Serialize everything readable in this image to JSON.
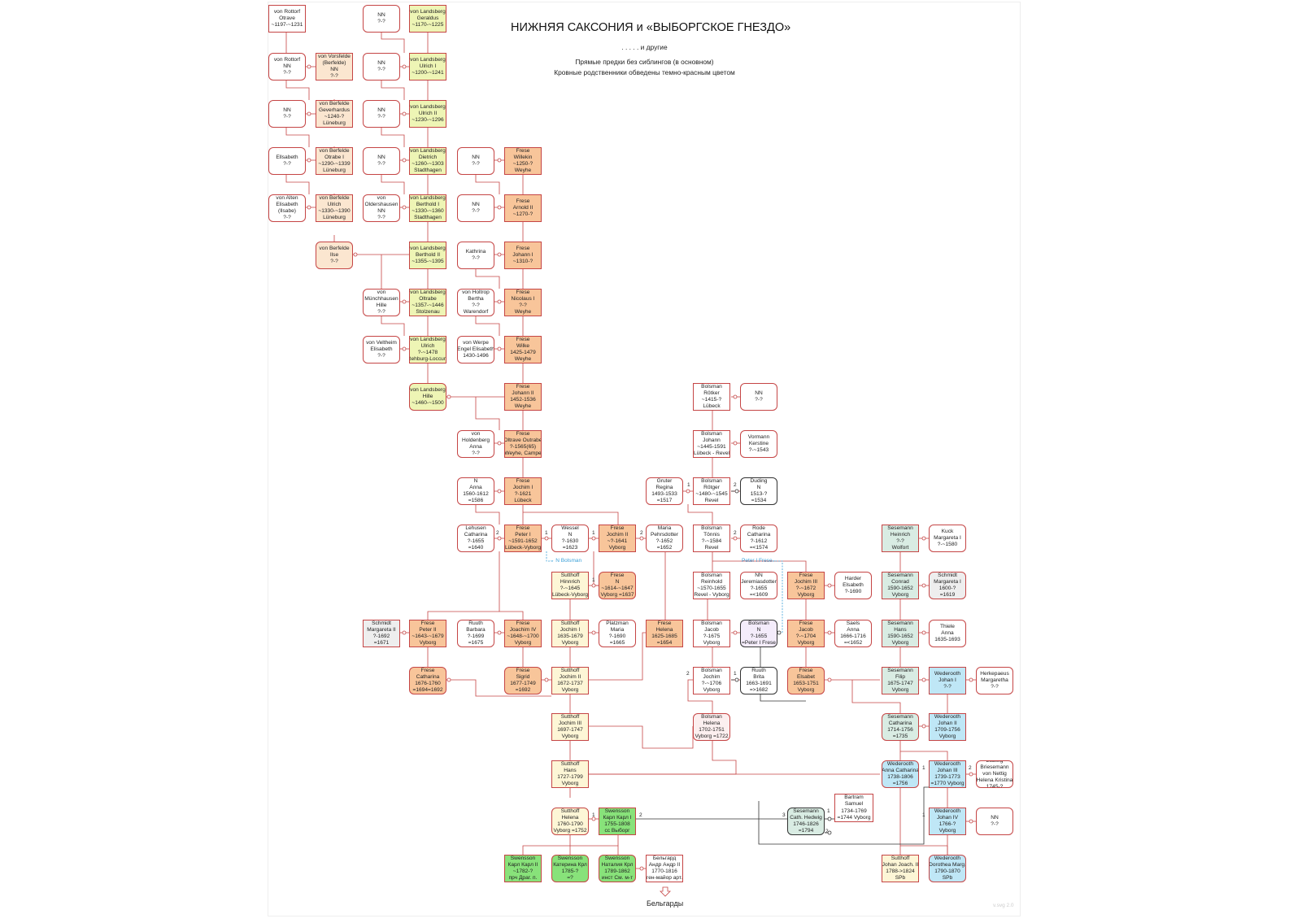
{
  "title": "НИЖНЯЯ САКСОНИЯ и «ВЫБОРГСКОЕ ГНЕЗДО»",
  "subtitle": ". . . . . и другие",
  "note1": "Прямые предки без сиблингов (в основном)",
  "note2": "Кровные родственники обведены темно-красным цветом",
  "version": "v.svg 2.0",
  "colors": {
    "line": "#c54545",
    "dark_line": "#333333",
    "cross_link": "#3aa0d8"
  },
  "persons": [
    {
      "id": "rottorf1",
      "lines": [
        "von Rottorf",
        "Otrave",
        "~1197-~1231"
      ],
      "fill": "white",
      "shape": "sq"
    },
    {
      "id": "nn_a1",
      "lines": [
        "NN",
        "?-?"
      ],
      "fill": "white"
    },
    {
      "id": "geraldus",
      "lines": [
        "von Landsberg",
        "Geraldus",
        "~1170-~1225"
      ],
      "fill": "yellow",
      "shape": "sq"
    },
    {
      "id": "rottorf2",
      "lines": [
        "von Rottorf",
        "NN",
        "?-?"
      ],
      "fill": "white"
    },
    {
      "id": "vorsfelde",
      "lines": [
        "von Vorsfelde",
        "(Berfelde)",
        "NN",
        "?-?"
      ],
      "fill": "peach",
      "shape": "sq"
    },
    {
      "id": "nn_a2",
      "lines": [
        "NN",
        "?-?"
      ],
      "fill": "white"
    },
    {
      "id": "ulrich1",
      "lines": [
        "von Landsberg",
        "Ulrich I",
        "~1200-~1241"
      ],
      "fill": "yellow",
      "shape": "sq"
    },
    {
      "id": "nn_r3",
      "lines": [
        "NN",
        "?-?"
      ],
      "fill": "white"
    },
    {
      "id": "geverhardus",
      "lines": [
        "von Berfelde",
        "Geverhardus",
        "~1240-?",
        "Lüneburg"
      ],
      "fill": "peach",
      "shape": "sq"
    },
    {
      "id": "nn_a3",
      "lines": [
        "NN",
        "?-?"
      ],
      "fill": "white"
    },
    {
      "id": "ulrich2",
      "lines": [
        "von Landsberg",
        "Ulrich II",
        "~1230-~1296"
      ],
      "fill": "yellow",
      "shape": "sq"
    },
    {
      "id": "ellsabeth",
      "lines": [
        "Ellsabeth",
        "?-?"
      ],
      "fill": "white"
    },
    {
      "id": "otrabe1",
      "lines": [
        "von Berfelde",
        "Otrabe I",
        "~1290-~1339",
        "Lüneburg"
      ],
      "fill": "peach",
      "shape": "sq"
    },
    {
      "id": "nn_a4",
      "lines": [
        "NN",
        "?-?"
      ],
      "fill": "white"
    },
    {
      "id": "dietrich",
      "lines": [
        "von Landsberg",
        "Dietrich",
        "~1260-~1303",
        "Stadthagen"
      ],
      "fill": "yellow",
      "shape": "sq"
    },
    {
      "id": "nn_b4",
      "lines": [
        "NN",
        "?-?"
      ],
      "fill": "white"
    },
    {
      "id": "willekin",
      "lines": [
        "Frese",
        "Willekin",
        "~1250-?",
        "Weyhe"
      ],
      "fill": "orange",
      "shape": "sq"
    },
    {
      "id": "alten",
      "lines": [
        "von Alten",
        "Elisabeth",
        "(Ilsabe)",
        "?-?"
      ],
      "fill": "white"
    },
    {
      "id": "ulrich_b",
      "lines": [
        "von Berfelde",
        "Ulrich",
        "~1330-~1390",
        "Lüneburg"
      ],
      "fill": "peach",
      "shape": "sq"
    },
    {
      "id": "oldershausen",
      "lines": [
        "von",
        "Oldershausen",
        "NN",
        "?-?"
      ],
      "fill": "white"
    },
    {
      "id": "berthold1",
      "lines": [
        "von Landsberg",
        "Berthold I",
        "~1330-~1360",
        "Stadthagen"
      ],
      "fill": "yellow",
      "shape": "sq"
    },
    {
      "id": "nn_b5",
      "lines": [
        "NN",
        "?-?"
      ],
      "fill": "white"
    },
    {
      "id": "arnold2",
      "lines": [
        "Frese",
        "Arnold II",
        "~1270-?"
      ],
      "fill": "orange",
      "shape": "sq"
    },
    {
      "id": "ilse",
      "lines": [
        "von Berfelde",
        "Ilse",
        "?-?"
      ],
      "fill": "peach"
    },
    {
      "id": "berthold2",
      "lines": [
        "von Landsberg",
        "Berthold II",
        "~1355-~1395"
      ],
      "fill": "yellow",
      "shape": "sq"
    },
    {
      "id": "kathrina",
      "lines": [
        "Kathrina",
        "?-?"
      ],
      "fill": "white"
    },
    {
      "id": "johann1",
      "lines": [
        "Frese",
        "Johann I",
        "~1310-?"
      ],
      "fill": "orange",
      "shape": "sq"
    },
    {
      "id": "hille_m",
      "lines": [
        "von",
        "Münchhausen",
        "Hille",
        "?-?"
      ],
      "fill": "white"
    },
    {
      "id": "oltrabe",
      "lines": [
        "von Landsberg",
        "Oltrabe",
        "~1357-~1446",
        "Stolzenau"
      ],
      "fill": "yellow",
      "shape": "sq"
    },
    {
      "id": "bertha",
      "lines": [
        "von Holtrop",
        "Bertha",
        "?-?",
        "Warendorf"
      ],
      "fill": "white"
    },
    {
      "id": "nicolaus1",
      "lines": [
        "Frese",
        "Nicolaus I",
        "?-?",
        "Weyhe"
      ],
      "fill": "orange",
      "shape": "sq"
    },
    {
      "id": "veltheim",
      "lines": [
        "von Veltheim",
        "Elisabeth",
        "?-?"
      ],
      "fill": "white"
    },
    {
      "id": "ulrich_l",
      "lines": [
        "von Landsberg",
        "Ulrich",
        "?-~1478",
        "Rehburg-Loccum"
      ],
      "fill": "yellow",
      "shape": "sq"
    },
    {
      "id": "werpe",
      "lines": [
        "von Werpe",
        "Engel Elisabeth",
        "1430-1496"
      ],
      "fill": "white"
    },
    {
      "id": "wilke",
      "lines": [
        "Frese",
        "Wilke",
        "1425-1479",
        "Weyhe"
      ],
      "fill": "orange",
      "shape": "sq"
    },
    {
      "id": "hille_l",
      "lines": [
        "von Landsberg",
        "Hille",
        "~1460-~1500"
      ],
      "fill": "yellow"
    },
    {
      "id": "johann2",
      "lines": [
        "Frese",
        "Johann II",
        "1452-1536",
        "Weyhe"
      ],
      "fill": "orange",
      "shape": "sq"
    },
    {
      "id": "roetker",
      "lines": [
        "Bolsman",
        "Rötker",
        "~1415-?",
        "Lübeck"
      ],
      "fill": "white",
      "shape": "sq"
    },
    {
      "id": "nn_bol",
      "lines": [
        "NN",
        "?-?"
      ],
      "fill": "white"
    },
    {
      "id": "holdenberg",
      "lines": [
        "von",
        "Holdenberg",
        "Anna",
        "?-?"
      ],
      "fill": "white"
    },
    {
      "id": "oltrave",
      "lines": [
        "Frese",
        "Oltrave Outrabe",
        "?-1565(65)",
        "Weyhe, Campe"
      ],
      "fill": "orange",
      "shape": "sq"
    },
    {
      "id": "johann_b",
      "lines": [
        "Bolsman",
        "Johann",
        "~1445-1591",
        "Lübeck - Revel"
      ],
      "fill": "white",
      "shape": "sq"
    },
    {
      "id": "kerstine",
      "lines": [
        "Vormann",
        "Kerstine",
        "?-~1543"
      ],
      "fill": "white"
    },
    {
      "id": "anna_n",
      "lines": [
        "N",
        "Anna",
        "1560-1612",
        "=1586"
      ],
      "fill": "white"
    },
    {
      "id": "jochim1",
      "lines": [
        "Frese",
        "Jochim I",
        "?-1621",
        "Lübeck"
      ],
      "fill": "orange",
      "shape": "sq"
    },
    {
      "id": "regina",
      "lines": [
        "Gruter",
        "Regina",
        "1493-1533",
        "=1517"
      ],
      "fill": "white"
    },
    {
      "id": "roetger",
      "lines": [
        "Bolsman",
        "Rötger",
        "~1480-~1545",
        "Revel"
      ],
      "fill": "white",
      "shape": "sq"
    },
    {
      "id": "duding",
      "lines": [
        "Duding",
        "N",
        "1513-?",
        "=1534"
      ],
      "fill": "white",
      "shape": "dk"
    },
    {
      "id": "lehusen",
      "lines": [
        "Lehusen",
        "Catharina",
        "?-1655",
        "=1640"
      ],
      "fill": "white"
    },
    {
      "id": "peter1",
      "lines": [
        "Frese",
        "Peter I",
        "~1591-1652",
        "Lübeck-Vyborg"
      ],
      "fill": "orange",
      "shape": "sq"
    },
    {
      "id": "wessel",
      "lines": [
        "Wessel",
        "N",
        "?-1630",
        "=1623"
      ],
      "fill": "white"
    },
    {
      "id": "jochim2",
      "lines": [
        "Frese",
        "Jochim II",
        "~?-1641",
        "Vyborg"
      ],
      "fill": "orange",
      "shape": "sq"
    },
    {
      "id": "pehrsdotter",
      "lines": [
        "Maria",
        "Pehrsdotter",
        "?-1652",
        "=1652"
      ],
      "fill": "white"
    },
    {
      "id": "toennis",
      "lines": [
        "Bolsman",
        "Tönnis",
        "?-~1584",
        "Revel"
      ],
      "fill": "white",
      "shape": "sq"
    },
    {
      "id": "rode",
      "lines": [
        "Rode",
        "Catharina",
        "?-1612",
        "=<1574"
      ],
      "fill": "white"
    },
    {
      "id": "heinrich",
      "lines": [
        "Sesemann",
        "Heinrich",
        "?-?",
        "Wolfort"
      ],
      "fill": "teal",
      "shape": "sq"
    },
    {
      "id": "kuck",
      "lines": [
        "Kuck",
        "Margareta I",
        "?-~1580"
      ],
      "fill": "white"
    },
    {
      "id": "hinnrich",
      "lines": [
        "Sutthoff",
        "Hinnrich",
        "?-~1645",
        "Lübeck-Vyborg"
      ],
      "fill": "cream",
      "shape": "sq"
    },
    {
      "id": "frese_n",
      "lines": [
        "Frese",
        "N",
        "~1614-~1647",
        "Vyborg =1637"
      ],
      "fill": "orange"
    },
    {
      "id": "reinhold",
      "lines": [
        "Bolsman",
        "Reinhold",
        "~1570-1655",
        "Revel - Vyborg"
      ],
      "fill": "white",
      "shape": "sq"
    },
    {
      "id": "jeremias",
      "lines": [
        "NN",
        "Jeremiasdotter",
        "?-1655",
        "=<1609"
      ],
      "fill": "white"
    },
    {
      "id": "jochim3",
      "lines": [
        "Frese",
        "Jochim III",
        "?-~1672",
        "Vyborg"
      ],
      "fill": "orange",
      "shape": "sq"
    },
    {
      "id": "harder",
      "lines": [
        "Harder",
        "Elsabeth",
        "?-1690"
      ],
      "fill": "white"
    },
    {
      "id": "conrad",
      "lines": [
        "Sesemann",
        "Conrad",
        "1590-1652",
        "Vyborg"
      ],
      "fill": "teal",
      "shape": "sq"
    },
    {
      "id": "schmidt1",
      "lines": [
        "Schmidt",
        "Margareta I",
        "1600-?",
        "=1619"
      ],
      "fill": "gray"
    },
    {
      "id": "schmidt2",
      "lines": [
        "Schmidt",
        "Margareta II",
        "?-1692",
        "=1671"
      ],
      "fill": "gray",
      "shape": "sq"
    },
    {
      "id": "peter2",
      "lines": [
        "Frese",
        "Peter II",
        "~1643-~1679",
        "Vyborg"
      ],
      "fill": "orange",
      "shape": "sq"
    },
    {
      "id": "ruuth_b",
      "lines": [
        "Ruuth",
        "Barbara",
        "?-1699",
        "=1675"
      ],
      "fill": "white"
    },
    {
      "id": "joachim4",
      "lines": [
        "Frese",
        "Joachim IV",
        "~1648-~1700",
        "Vyborg"
      ],
      "fill": "orange",
      "shape": "sq"
    },
    {
      "id": "jochim_s1",
      "lines": [
        "Sutthoff",
        "Jochim I",
        "1635-1679",
        "Vyborg"
      ],
      "fill": "cream",
      "shape": "sq"
    },
    {
      "id": "platzman",
      "lines": [
        "Platzman",
        "Maria",
        "?-1690",
        "=1665"
      ],
      "fill": "white"
    },
    {
      "id": "helena_f",
      "lines": [
        "Frese",
        "Helena",
        "1625-1685",
        "=1654"
      ],
      "fill": "orange",
      "shape": "sq"
    },
    {
      "id": "jacob_b",
      "lines": [
        "Bolsman",
        "Jacob",
        "?-1675",
        "Vyborg"
      ],
      "fill": "white",
      "shape": "sq"
    },
    {
      "id": "bolsman_n",
      "lines": [
        "Bolsman",
        "N",
        "?-1655",
        "=Peter I Frese"
      ],
      "fill": "lav",
      "shape": "dk"
    },
    {
      "id": "jacob_f",
      "lines": [
        "Frese",
        "Jacob",
        "?-~1704",
        "Vyborg"
      ],
      "fill": "orange",
      "shape": "sq"
    },
    {
      "id": "saels",
      "lines": [
        "Saels",
        "Anna",
        "1666-1716",
        "=<1652"
      ],
      "fill": "white"
    },
    {
      "id": "hans_s",
      "lines": [
        "Sesemann",
        "Hans",
        "1590-1652",
        "Vyborg"
      ],
      "fill": "teal",
      "shape": "sq"
    },
    {
      "id": "thiele",
      "lines": [
        "Thiele",
        "Anna",
        "1635-1693"
      ],
      "fill": "white"
    },
    {
      "id": "catharina_f",
      "lines": [
        "Frese",
        "Catharina",
        "1676-1760",
        "=1694=1692"
      ],
      "fill": "orange"
    },
    {
      "id": "sigrid",
      "lines": [
        "Frese",
        "Sigrid",
        "1677-1749",
        "=1692"
      ],
      "fill": "orange"
    },
    {
      "id": "jochim_s2",
      "lines": [
        "Sutthoff",
        "Jochim II",
        "1672-1737",
        "Vyborg"
      ],
      "fill": "cream",
      "shape": "sq"
    },
    {
      "id": "jochim_b",
      "lines": [
        "Bolsman",
        "Jochim",
        "?-~1706",
        "Vyborg"
      ],
      "fill": "white",
      "shape": "sq"
    },
    {
      "id": "brita",
      "lines": [
        "Ruuth",
        "Brita",
        "1663-1691",
        "=>1682"
      ],
      "fill": "white",
      "shape": "dk"
    },
    {
      "id": "elsabet_f",
      "lines": [
        "Frese",
        "Elsabet",
        "1653-1751",
        "Vyborg"
      ],
      "fill": "orange"
    },
    {
      "id": "filip",
      "lines": [
        "Sesemann",
        "Filip",
        "1675-1747",
        "Vyborg"
      ],
      "fill": "teal",
      "shape": "sq"
    },
    {
      "id": "johan1_w",
      "lines": [
        "Wederooth",
        "Johan I",
        "?-?"
      ],
      "fill": "blue",
      "shape": "sq"
    },
    {
      "id": "herkepaeus",
      "lines": [
        "Herkepaeus",
        "Margaretha",
        "?-?"
      ],
      "fill": "white"
    },
    {
      "id": "jochim_s3",
      "lines": [
        "Sutthoff",
        "Jochim III",
        "1697-1747",
        "Vyborg"
      ],
      "fill": "cream",
      "shape": "sq"
    },
    {
      "id": "helena_b",
      "lines": [
        "Bolsman",
        "Helena",
        "1702-1751",
        "Vyborg =1722"
      ],
      "fill": "pink"
    },
    {
      "id": "catharina_s",
      "lines": [
        "Sesemann",
        "Catharina",
        "1714-1756",
        "=1735"
      ],
      "fill": "teal"
    },
    {
      "id": "johan2_w",
      "lines": [
        "Wederooth",
        "Johan II",
        "1709-1756",
        "Vyborg"
      ],
      "fill": "blue",
      "shape": "sq"
    },
    {
      "id": "hans_st",
      "lines": [
        "Sutthoff",
        "Hans",
        "1727-1799",
        "Vyborg"
      ],
      "fill": "cream",
      "shape": "sq"
    },
    {
      "id": "anna_cat_w",
      "lines": [
        "Wederooth",
        "Anna Catharina",
        "1738-1806",
        "=1756"
      ],
      "fill": "blue"
    },
    {
      "id": "johan3_w",
      "lines": [
        "Wederooth",
        "Johan III",
        "1739-1773",
        "=1770 Vyborg"
      ],
      "fill": "blue",
      "shape": "sq"
    },
    {
      "id": "briesemann",
      "lines": [
        "Ludwig",
        "Briesemann",
        "von Nettig",
        "Helena Kristina",
        "1745-?"
      ],
      "fill": "white"
    },
    {
      "id": "bartram",
      "lines": [
        "Bartram",
        "Samuel",
        "1734-1769",
        "=1744 Vyborg"
      ],
      "fill": "white",
      "shape": "sq"
    },
    {
      "id": "hedwig",
      "lines": [
        "Sesemann",
        "Cath. Hedwig",
        "1746-1826",
        "=1794"
      ],
      "fill": "teal",
      "shape": "dk"
    },
    {
      "id": "helena_s",
      "lines": [
        "Sutthoff",
        "Helena",
        "1760-1790",
        "Vyborg =1752"
      ],
      "fill": "cream"
    },
    {
      "id": "karl1",
      "lines": [
        "Swensson",
        "Карл Карл I",
        "1755-1808",
        "cc Выборг"
      ],
      "fill": "green",
      "shape": "sq"
    },
    {
      "id": "johan4_w",
      "lines": [
        "Wederooth",
        "Johan IV",
        "1766-?",
        "Vyborg"
      ],
      "fill": "blue",
      "shape": "sq"
    },
    {
      "id": "nn_w",
      "lines": [
        "NN",
        "?-?"
      ],
      "fill": "white"
    },
    {
      "id": "karl2",
      "lines": [
        "Swensson",
        "Карл Карл II",
        "~1782-?",
        "прч Драг. п."
      ],
      "fill": "green",
      "shape": "sq"
    },
    {
      "id": "katerina",
      "lines": [
        "Swensson",
        "Катерина Крл",
        "1785-?",
        "=?"
      ],
      "fill": "green"
    },
    {
      "id": "natalia",
      "lines": [
        "Swensson",
        "Наталия Крл",
        "1789-1862",
        "инст См. м-т"
      ],
      "fill": "green"
    },
    {
      "id": "belgard_a",
      "lines": [
        "Бельгард",
        "Андр Андр II",
        "1770-1816",
        "ген-майор арт."
      ],
      "fill": "white",
      "shape": "sq"
    },
    {
      "id": "johan_joach",
      "lines": [
        "Sutthoff",
        "Johan Joach. II",
        "1788->1824",
        "SPb"
      ],
      "fill": "cream",
      "shape": "sq"
    },
    {
      "id": "dorothea",
      "lines": [
        "Wederooth",
        "Dorothea Marg.",
        "1790-1870",
        "SPb"
      ],
      "fill": "blue"
    }
  ],
  "marriage_numbers": [
    {
      "id": "m1",
      "text": "1"
    },
    {
      "id": "m2",
      "text": "2"
    },
    {
      "id": "m3",
      "text": "2"
    },
    {
      "id": "m4",
      "text": "1"
    },
    {
      "id": "m5",
      "text": "1"
    },
    {
      "id": "m6",
      "text": "2"
    },
    {
      "id": "m7",
      "text": "2"
    },
    {
      "id": "m8",
      "text": "1"
    },
    {
      "id": "m9",
      "text": "2"
    },
    {
      "id": "m10",
      "text": "1"
    },
    {
      "id": "m11",
      "text": "3"
    },
    {
      "id": "m12",
      "text": "1"
    },
    {
      "id": "m13",
      "text": "2"
    },
    {
      "id": "m14",
      "text": "1"
    },
    {
      "id": "m15",
      "text": "2"
    },
    {
      "id": "m16",
      "text": "1"
    },
    {
      "id": "m17",
      "text": "2"
    },
    {
      "id": "m18",
      "text": "1"
    }
  ],
  "cross_links": [
    "→ N Bolsman",
    "Peter I Frese←"
  ],
  "descendants_label": "Бельгарды"
}
